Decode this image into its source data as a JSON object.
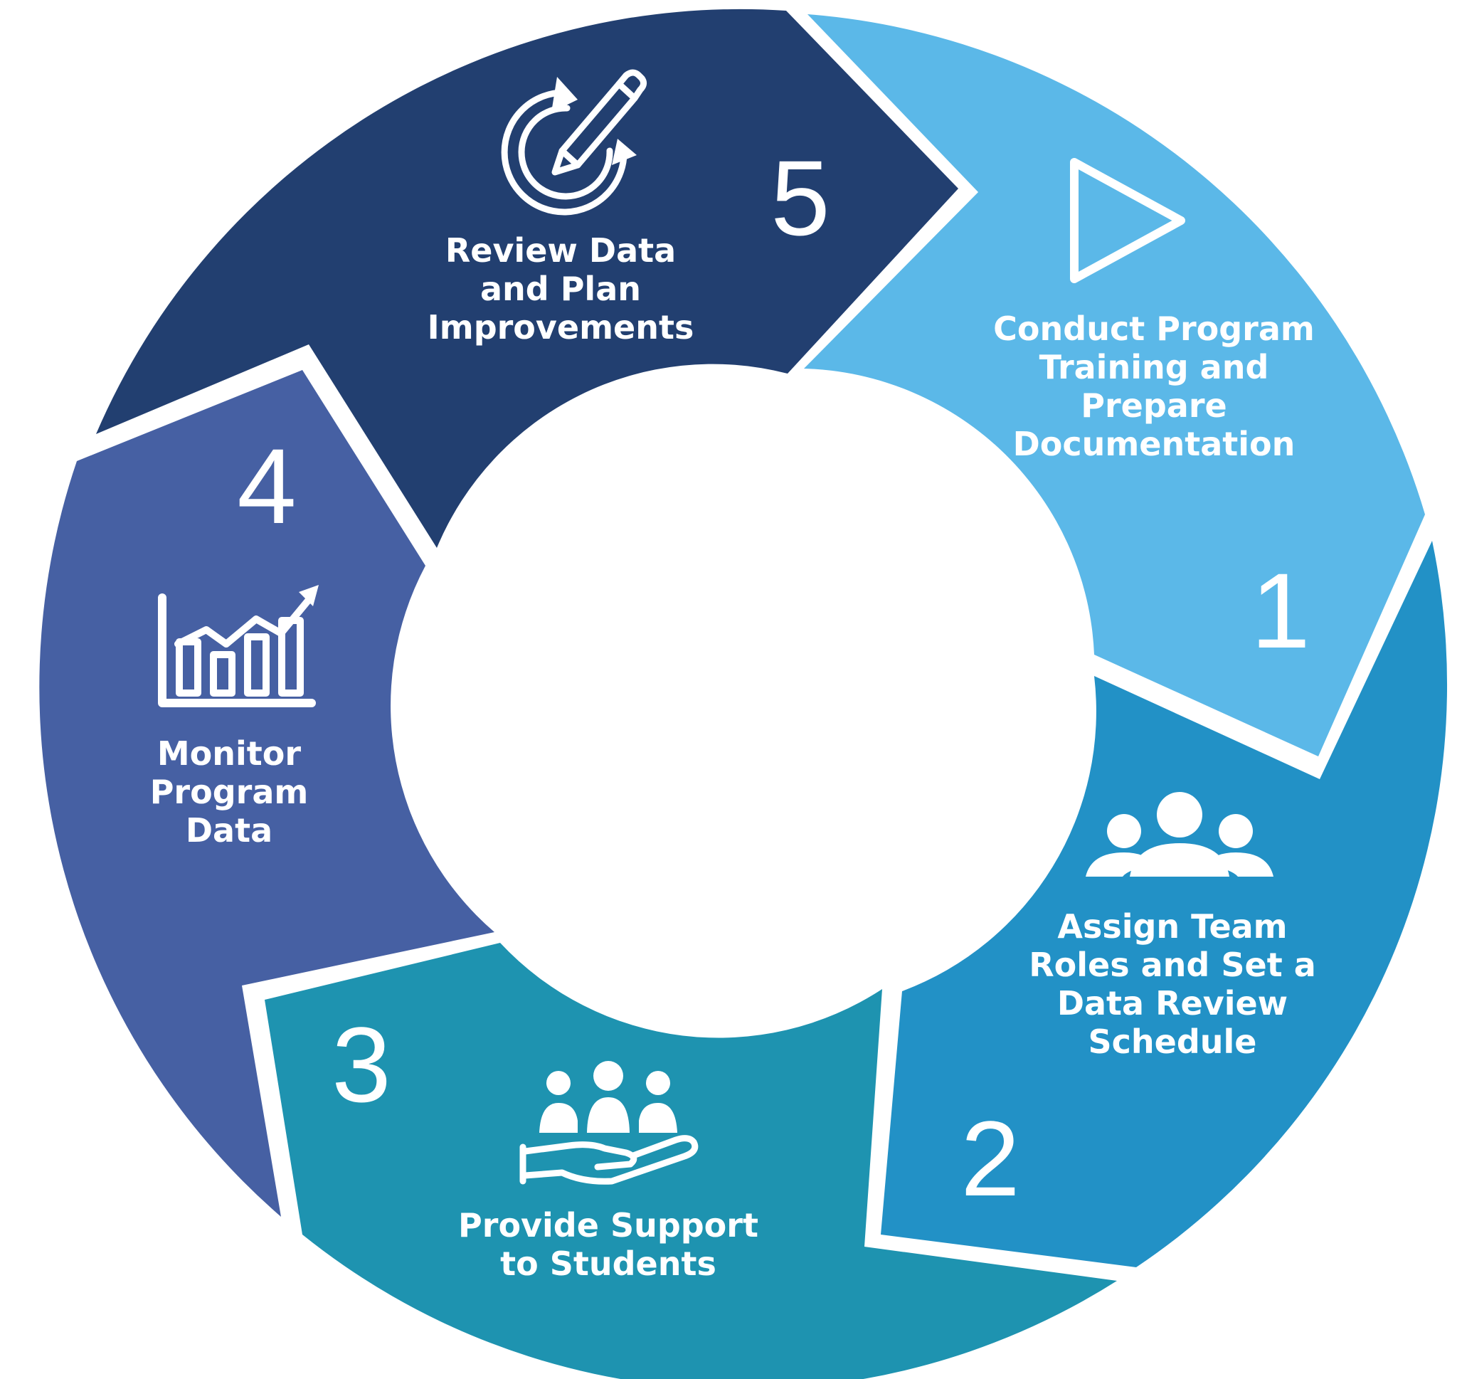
{
  "colors": {
    "background": "#ffffff",
    "gap": "#ffffff",
    "text": "#ffffff",
    "center": "#ffffff"
  },
  "steps": [
    {
      "number": "1",
      "label_lines": [
        "Conduct Program",
        "Training and",
        "Prepare",
        "Documentation"
      ],
      "icon": "play-icon",
      "color": "#5bb8e8"
    },
    {
      "number": "2",
      "label_lines": [
        "Assign Team",
        "Roles and Set a",
        "Data Review",
        "Schedule"
      ],
      "icon": "team-icon",
      "color": "#2291c6"
    },
    {
      "number": "3",
      "label_lines": [
        "Provide Support",
        "to Students"
      ],
      "icon": "hand-support-icon",
      "color": "#1e93b0"
    },
    {
      "number": "4",
      "label_lines": [
        "Monitor",
        "Program",
        "Data"
      ],
      "icon": "growth-chart-icon",
      "color": "#4660a3"
    },
    {
      "number": "5",
      "label_lines": [
        "Review Data",
        "and Plan",
        "Improvements"
      ],
      "icon": "refresh-pencil-icon",
      "color": "#223f70"
    }
  ]
}
